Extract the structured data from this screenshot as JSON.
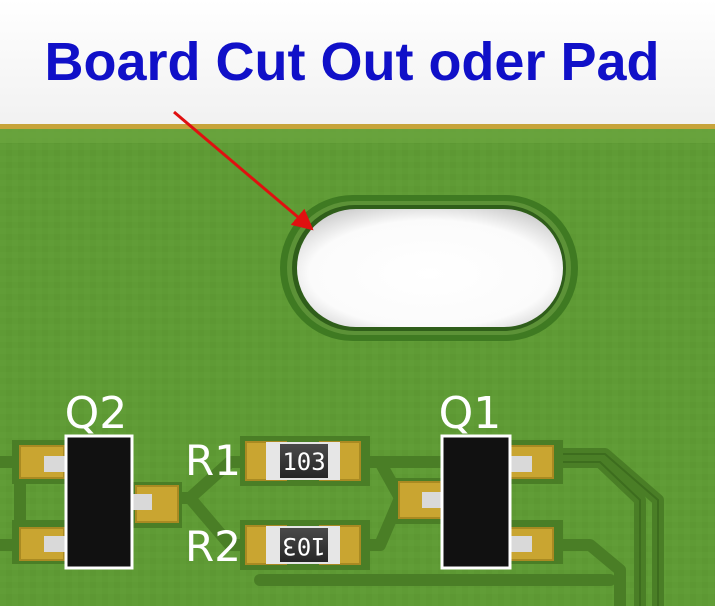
{
  "annotation": {
    "title": "Board Cut Out oder Pad",
    "arrow_color": "#e01010",
    "text_color": "#1010c8"
  },
  "board": {
    "substrate_color": "#5f9b35",
    "trace_color": "#4a7e26",
    "pad_color": "#c9a531",
    "silk_color": "#ffffff"
  },
  "components": {
    "q1": {
      "designator": "Q1",
      "package": "SOT-23"
    },
    "q2": {
      "designator": "Q2",
      "package": "SOT-23"
    },
    "r1": {
      "designator": "R1",
      "marking": "103"
    },
    "r2": {
      "designator": "R2",
      "marking": "103"
    }
  }
}
